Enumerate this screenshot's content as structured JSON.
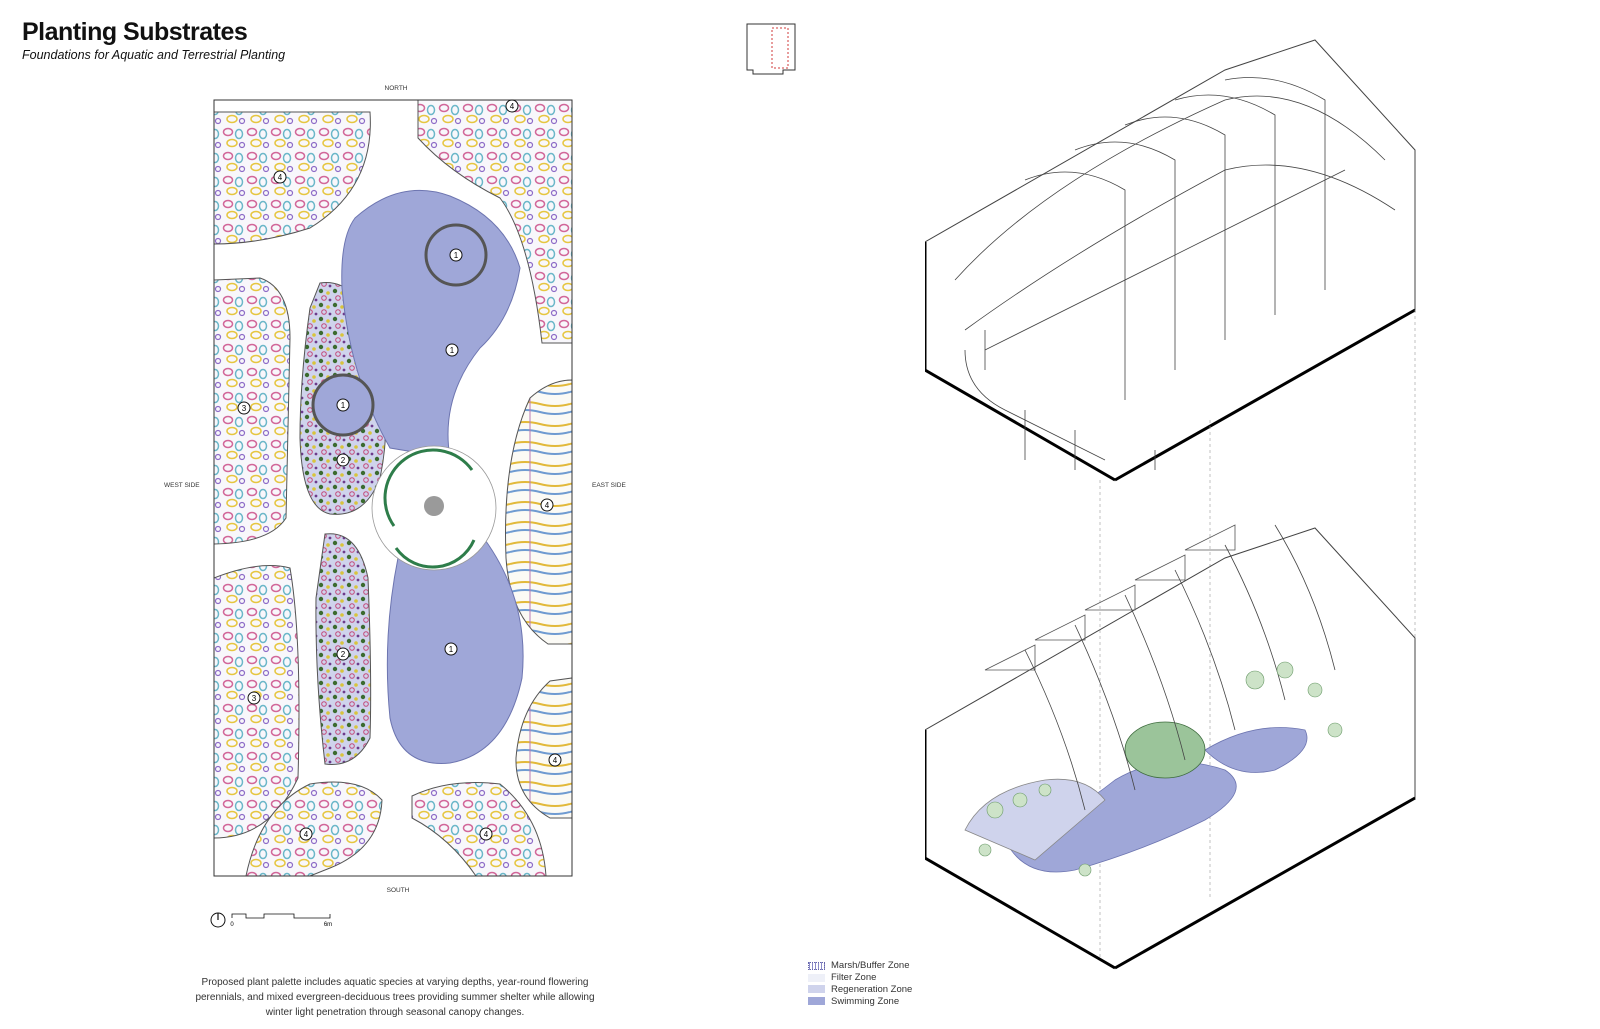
{
  "header": {
    "title": "Planting Substrates",
    "subtitle": "Foundations for Aquatic and Terrestrial Planting"
  },
  "plan": {
    "north_label": "NORTH",
    "south_label": "SOUTH",
    "west_label": "WEST SIDE",
    "east_label": "EAST SIDE",
    "scale_zero": "0",
    "scale_max": "6m",
    "zone_markers": [
      "1",
      "1",
      "1",
      "1",
      "2",
      "2",
      "3",
      "3",
      "4",
      "4",
      "4",
      "4",
      "4",
      "4"
    ]
  },
  "caption": {
    "line1": "Proposed plant palette includes aquatic species at varying depths, year-round flowering",
    "line2": "perennials, and mixed evergreen-deciduous trees providing summer shelter while allowing",
    "line3": "winter light penetration through seasonal canopy changes."
  },
  "legend": {
    "items": [
      {
        "label": "Marsh/Buffer Zone",
        "color": "#8b8bc8"
      },
      {
        "label": "Filter Zone",
        "color": "#eef0f8"
      },
      {
        "label": "Regeneration Zone",
        "color": "#cfd3ec"
      },
      {
        "label": "Swimming Zone",
        "color": "#9fa7d8"
      }
    ]
  },
  "colors": {
    "water": "#9fa7d8",
    "regeneration": "#cfd3ec",
    "path": "#ffffff",
    "ring": "#2e7d4a",
    "planting_outline": "#555555"
  }
}
